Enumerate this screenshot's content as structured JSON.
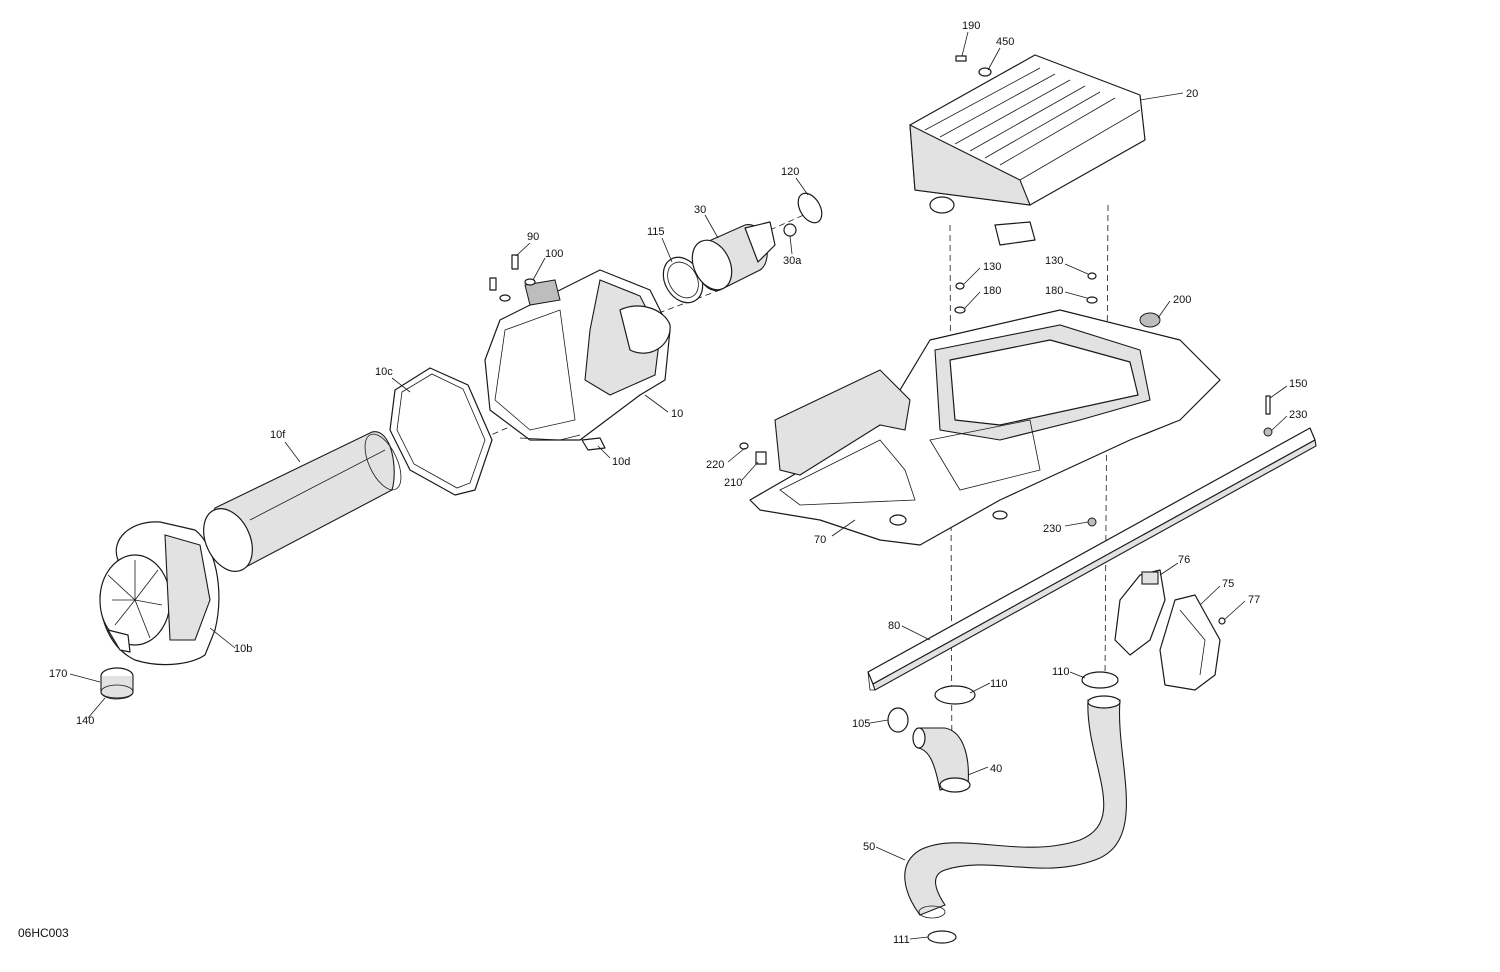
{
  "diagram": {
    "figure_code": "06HC003",
    "callouts": [
      "190",
      "450",
      "20",
      "120",
      "30",
      "115",
      "90",
      "100",
      "30a",
      "130",
      "130",
      "180",
      "180",
      "200",
      "10c",
      "10",
      "150",
      "230",
      "10f",
      "10d",
      "220",
      "210",
      "230",
      "70",
      "76",
      "75",
      "77",
      "80",
      "110",
      "110",
      "105",
      "40",
      "50",
      "111",
      "10b",
      "170",
      "140"
    ]
  }
}
